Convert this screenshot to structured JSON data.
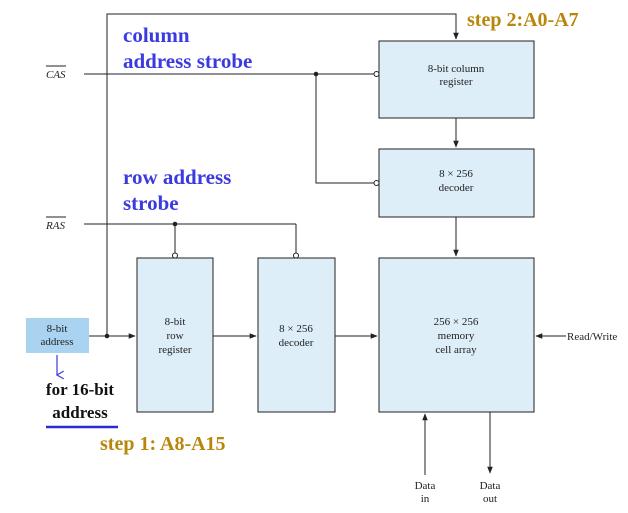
{
  "annotations": {
    "column_strobe_line1": "column",
    "column_strobe_line2": "address strobe",
    "row_strobe_line1": "row address",
    "row_strobe_line2": "strobe",
    "step2": "step 2:A0-A7",
    "step1": "step 1: A8-A15",
    "for16_line1": "for 16-bit",
    "for16_line2": "address"
  },
  "signals": {
    "cas": "CAS",
    "ras": "RAS",
    "read_write": "Read/Write",
    "data_in_line1": "Data",
    "data_in_line2": "in",
    "data_out_line1": "Data",
    "data_out_line2": "out"
  },
  "blocks": {
    "column_register_line1": "8-bit column",
    "column_register_line2": "register",
    "column_decoder_line1": "8 × 256",
    "column_decoder_line2": "decoder",
    "address_line1": "8-bit",
    "address_line2": "address",
    "row_register_line1": "8-bit",
    "row_register_line2": "row",
    "row_register_line3": "register",
    "row_decoder_line1": "8 × 256",
    "row_decoder_line2": "decoder",
    "memory_line1": "256 × 256",
    "memory_line2": "memory",
    "memory_line3": "cell array"
  },
  "colors": {
    "annotation_blue": "#3a3ae0",
    "step_gold": "#b8860b",
    "block_fill": "#ddeef8",
    "address_fill": "#a9d3f0"
  }
}
